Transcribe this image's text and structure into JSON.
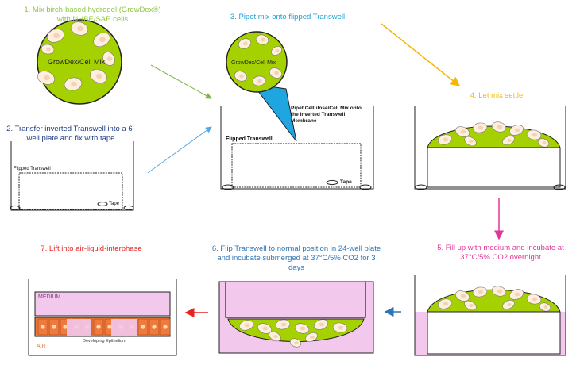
{
  "colors": {
    "step1": "#8cc63f",
    "step2": "#1f3c88",
    "step3": "#1aa0d8",
    "step4": "#f5b800",
    "step5": "#e0369a",
    "step6": "#2e75b6",
    "step7": "#e8221e",
    "gel": "#a6d100",
    "medium": "#f2c8ec",
    "cell": "#fdeedd",
    "pipette": "#1fa6e0",
    "epithelium": "#ef7a3c"
  },
  "steps": {
    "s1": "1. Mix birch-based hydrogel (GrowDex®) with NHBE/SAE cells",
    "s2": "2. Transfer inverted Transwell into a 6-well plate and fix with tape",
    "s3": "3. Pipet mix onto flipped Transwell",
    "s4": "4. Let mix settle",
    "s5": "5. Fill up with medium and incubate at 37°C/5% CO2 overnight",
    "s6": "6. Flip Transwell to normal position in 24-well plate and incubate submerged at 37°C/5% CO2 for 3 days",
    "s7": "7. Lift into air-liquid-interphase"
  },
  "labels": {
    "mix_big": "GrowDex/Cell Mix",
    "mix_small": "GrowDex/Cell Mix",
    "pipet_note": "Pipet Cellulose/Cell Mix onto the inverted Transwell Membrane",
    "flipped_small": "Flipped Transwell",
    "flipped_mid": "Flipped Transwell",
    "tape1": "Tape",
    "tape2": "Tape",
    "medium": "MEDIUM",
    "air": "AIR",
    "epithelium": "Developing Epithelium"
  }
}
